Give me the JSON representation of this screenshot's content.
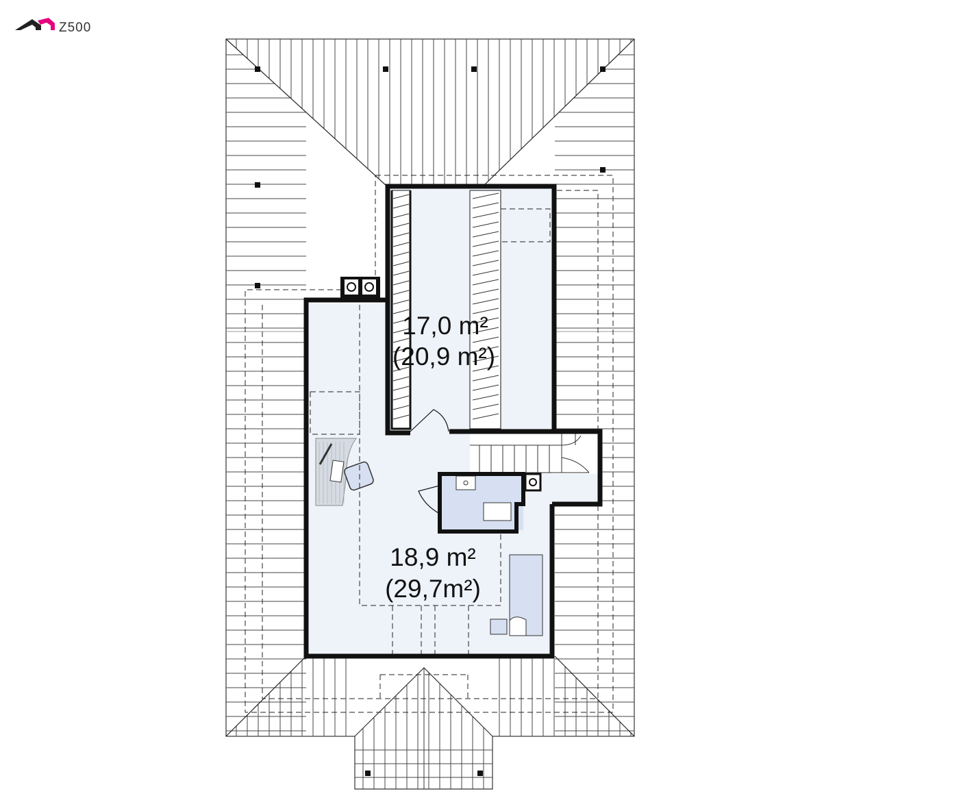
{
  "logo": {
    "text": "Z500",
    "accent_color": "#e6007e"
  },
  "rooms": [
    {
      "id": "room-upper",
      "area": "17,0 m²",
      "gross_area": "(20,9 m²)"
    },
    {
      "id": "room-lower",
      "area": "18,9 m²",
      "gross_area": "(29,7m²)"
    }
  ],
  "colors": {
    "room_fill": "#eef2f9",
    "furniture_fill": "#d6e0f2",
    "wall": "#111111",
    "roof_lines": "#333333"
  }
}
